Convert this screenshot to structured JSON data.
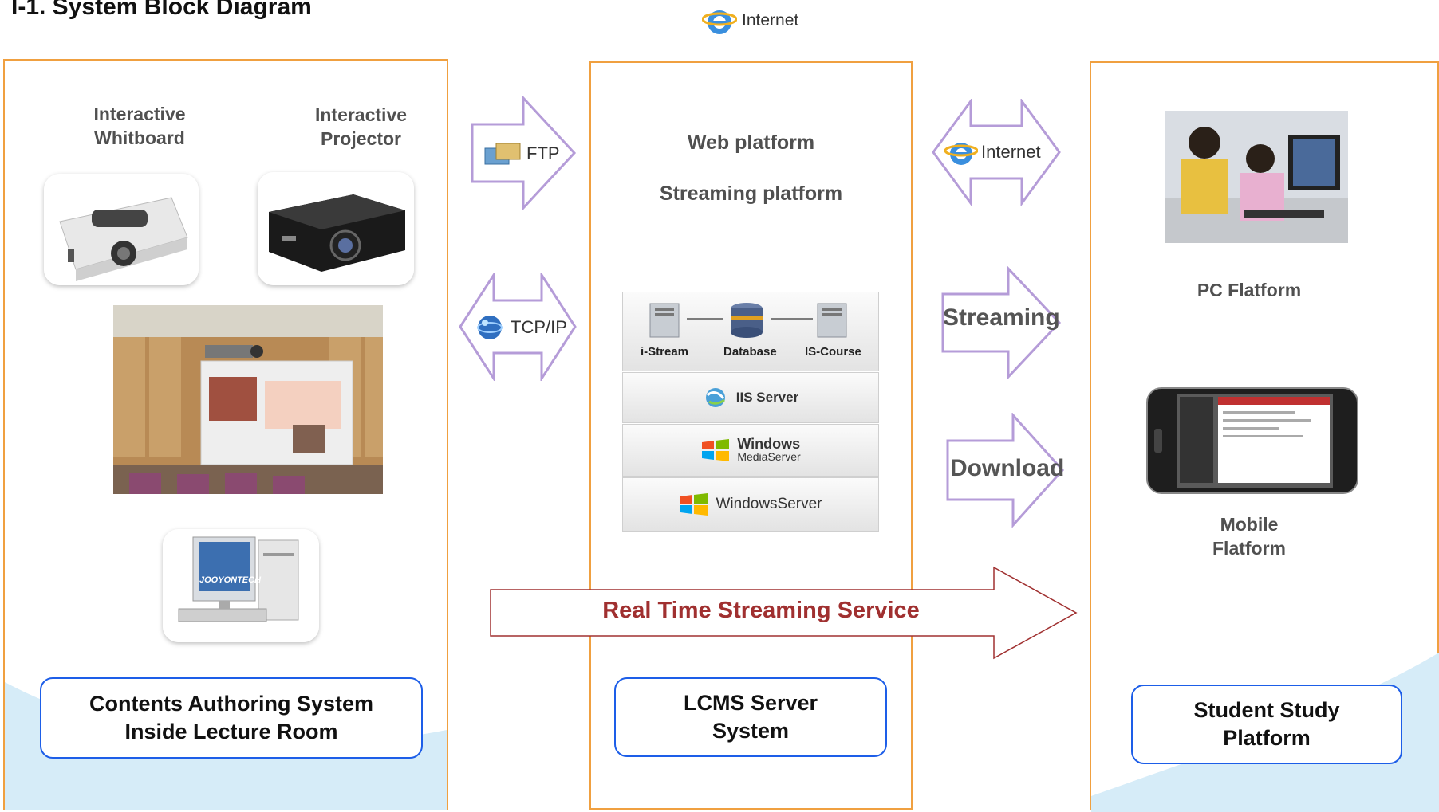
{
  "title": "I-1. System Block Diagram",
  "top_internet": "Internet",
  "left_panel": {
    "whiteboard_label": "Interactive\nWhitboard",
    "projector_label": "Interactive\nProjector",
    "box_label": "Contents Authoring System\nInside Lecture Room",
    "pc_brand": "JOOYONTECH"
  },
  "connectors": {
    "ftp": "FTP",
    "tcpip": "TCP/IP",
    "internet": "Internet",
    "streaming": "Streaming",
    "download": "Download",
    "realtime": "Real Time Streaming Service"
  },
  "server_panel": {
    "web_platform": "Web platform",
    "streaming_platform": "Streaming platform",
    "stack": {
      "i_stream": "i-Stream",
      "database": "Database",
      "is_course": "IS-Course",
      "iis": "IIS Server",
      "wms_line1": "Windows",
      "wms_line2": "MediaServer",
      "windows_server": "WindowsServer"
    },
    "box_label": "LCMS Server\nSystem"
  },
  "student_panel": {
    "pc_label": "PC Flatform",
    "mobile_label": "Mobile\nFlatform",
    "box_label": "Student Study\nPlatform"
  },
  "colors": {
    "panel_border": "#f0a040",
    "box_border": "#1d5ee8",
    "arrow_outline": "#b59cd8",
    "realtime_outline": "#a03030",
    "realtime_text": "#a03030"
  }
}
